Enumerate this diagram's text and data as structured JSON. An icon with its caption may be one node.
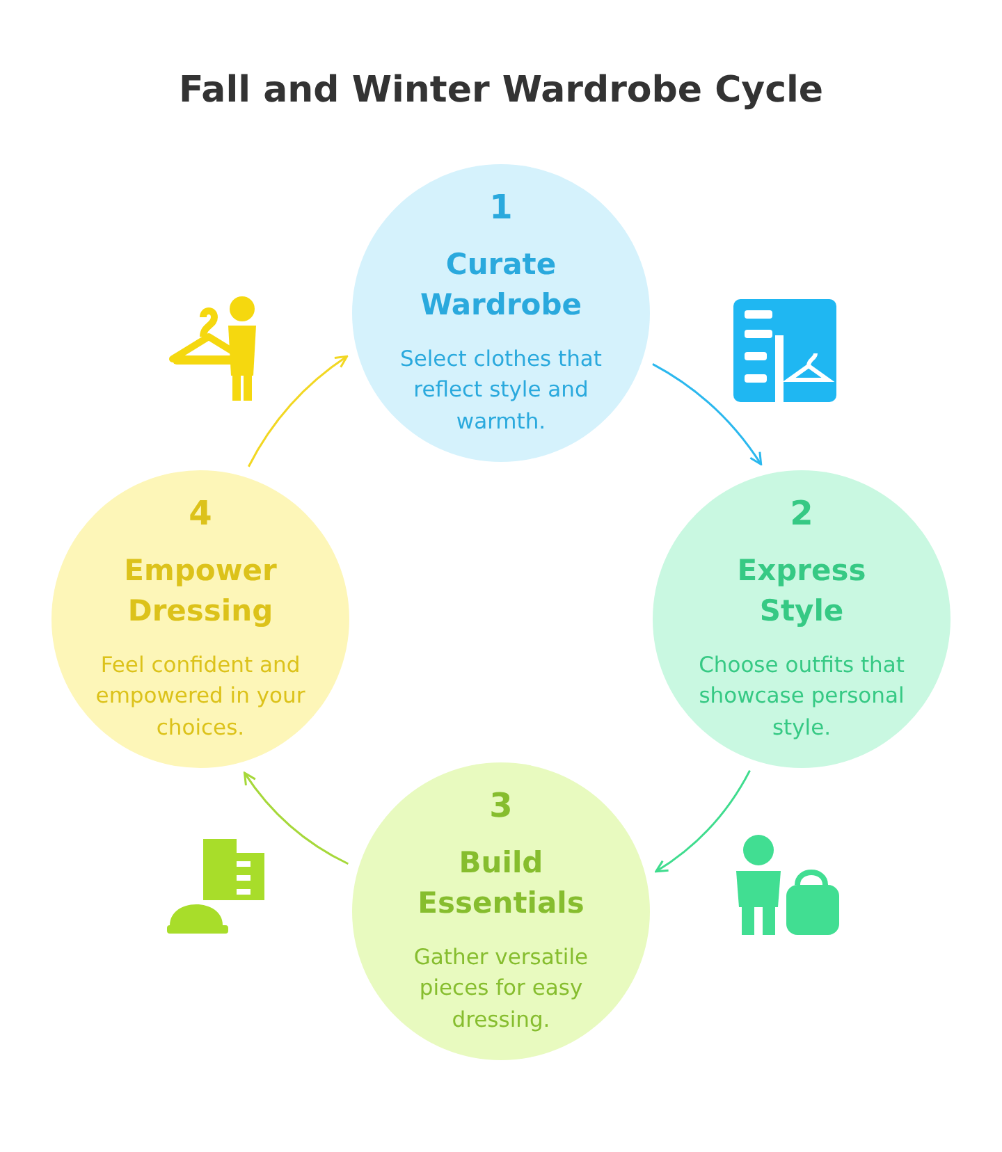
{
  "diagram": {
    "title": "Fall and Winter Wardrobe Cycle",
    "nodes": [
      {
        "text": [
          "1",
          "Curate Wardrobe",
          "Select clothes that reflect style and warmth."
        ]
      },
      {
        "text": [
          "2",
          "Express Style",
          "Choose outfits that showcase personal style."
        ]
      },
      {
        "text": [
          "3",
          "Build Essentials",
          "Gather versatile pieces for easy dressing."
        ]
      },
      {
        "text": [
          "4",
          "Empower Dressing",
          "Feel confident and empowered in your choices."
        ]
      }
    ],
    "edges": [
      {
        "from": 0,
        "to": 1,
        "arrow": "to",
        "color": "#2bb8ee"
      },
      {
        "from": 1,
        "to": 2,
        "arrow": "to",
        "color": "#3fdc8e"
      },
      {
        "from": 2,
        "to": 3,
        "arrow": "to",
        "color": "#a6d83a"
      },
      {
        "from": 3,
        "to": 0,
        "arrow": "to",
        "color": "#f2d722"
      }
    ]
  }
}
